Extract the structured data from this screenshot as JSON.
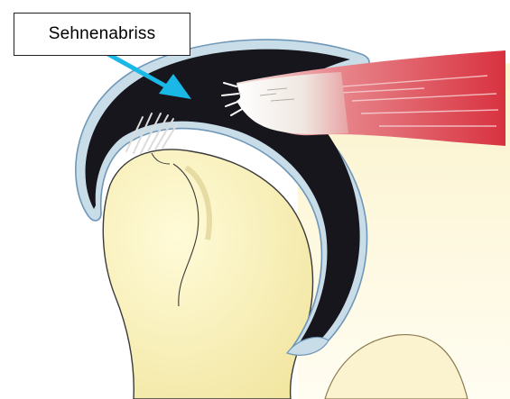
{
  "annotation": {
    "label": "Sehnenabriss",
    "arrow_color": "#19b8e6"
  },
  "illustration": {
    "subject": "shoulder-joint-cross-section",
    "elements": [
      "humeral-head",
      "acromion-bursa",
      "torn-tendon",
      "muscle",
      "glenoid"
    ]
  },
  "colors": {
    "bone": "#f8efb0",
    "bone_shadow": "#e9d98a",
    "bursa_dark": "#16161c",
    "membrane_outline": "#7fa6c6",
    "muscle_red": "#d9434d",
    "tendon_white": "#f3eeea",
    "background_glow": "#fbf5cf"
  }
}
